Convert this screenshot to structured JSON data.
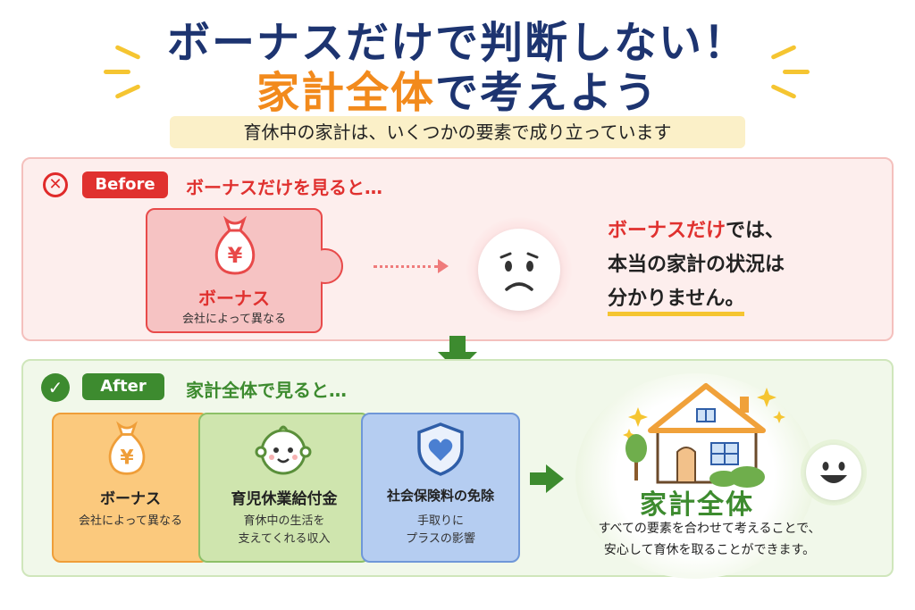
{
  "header": {
    "title_line1": "ボーナスだけで判断しない！",
    "title_line2_accent": "家計全体",
    "title_line2_rest": "で考えよう",
    "subtitle": "育休中の家計は、いくつかの要素で成り立っています"
  },
  "before": {
    "badge": "Before",
    "heading": "ボーナスだけを見ると…",
    "piece": {
      "icon_symbol": "¥",
      "title": "ボーナス",
      "sub": "会社によって異なる"
    },
    "message_red": "ボーナスだけ",
    "message_line1_rest": "では、",
    "message_line2": "本当の家計の状況は",
    "message_line3": "分かりません。"
  },
  "after": {
    "badge": "After",
    "heading": "家計全体で見ると…",
    "pieces": [
      {
        "title": "ボーナス",
        "sub1": "会社によって異なる",
        "sub2": ""
      },
      {
        "title": "育児休業給付金",
        "sub1": "育休中の生活を",
        "sub2": "支えてくれる収入"
      },
      {
        "title": "社会保険料の免除",
        "sub1": "手取りに",
        "sub2": "プラスの影響"
      }
    ],
    "result_title": "家計全体",
    "result_desc_line1": "すべての要素を合わせて考えることで、",
    "result_desc_line2": "安心して育休を取ることができます。"
  },
  "icons": {
    "x": "close-circle-icon",
    "check": "check-circle-icon",
    "money_bag": "money-bag-icon",
    "baby": "baby-face-icon",
    "shield": "shield-heart-icon",
    "house": "house-icon",
    "sad": "sad-face-icon",
    "smile": "smile-face-icon"
  },
  "colors": {
    "navy": "#1d3470",
    "orange": "#f28a1c",
    "red": "#e0312f",
    "green": "#3d8b2f",
    "yellow": "#f5c531"
  }
}
